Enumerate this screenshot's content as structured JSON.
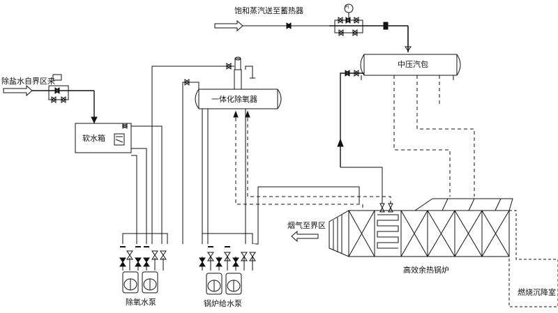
{
  "labels": {
    "steam_out": "饱和蒸汽送至蓄热器",
    "water_in": "除盐水自界区来",
    "soft_tank": "软水箱",
    "deaerator": "一体化除氧器",
    "drum": "中压汽包",
    "flue_out": "烟气至界区",
    "boiler": "高效余热锅炉",
    "chamber": "燃烧沉降室",
    "deaer_pump": "除氧水泵",
    "feed_pump": "锅炉给水泵",
    "gauge": "PI"
  },
  "colors": {
    "line": "#111111",
    "background": "#ffffff"
  }
}
